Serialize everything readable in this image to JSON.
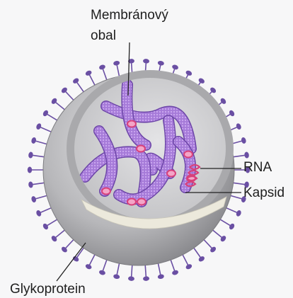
{
  "labels": {
    "membrane_line1": "Membránový",
    "membrane_line2": "obal",
    "rna": "RNA",
    "capsid": "Kapsid",
    "glycoprotein": "Glykoprotein"
  },
  "colors": {
    "background": "#f7f7f8",
    "membrane_outer": "#9b9b9d",
    "membrane_inner": "#c9c9cb",
    "interior": "#d5d5d7",
    "cut_face": "#ece9dc",
    "spike": "#6a4fa3",
    "capsid_tube": "#9b6fd0",
    "capsid_end": "#d8407a",
    "leader_line": "#222222"
  }
}
